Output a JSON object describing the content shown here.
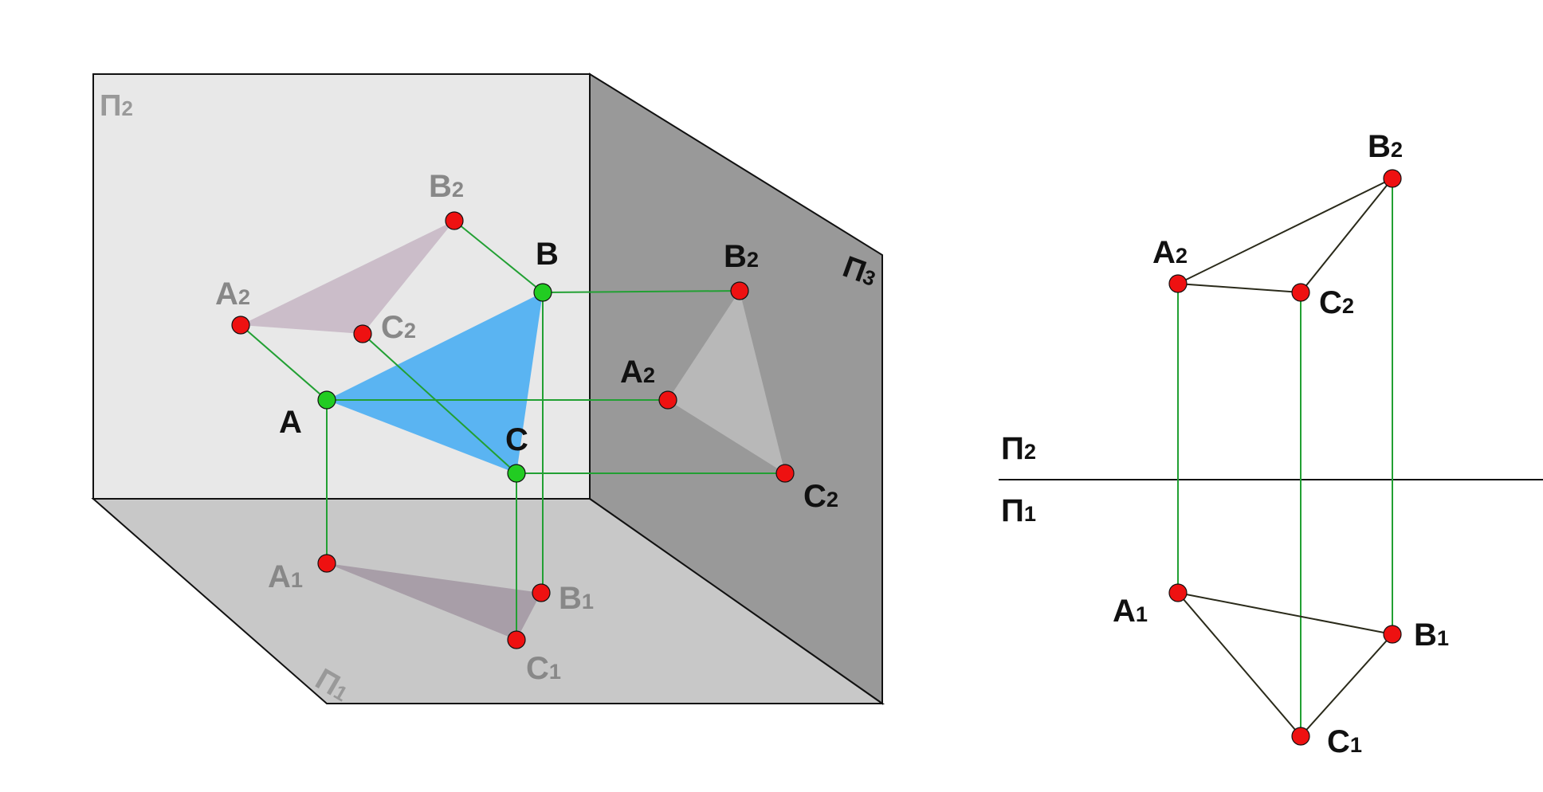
{
  "colors": {
    "front_plane": "#e8e8e8",
    "side_plane": "#999999",
    "bottom_plane": "#c8c8c8",
    "triangle_main": "#5ab4f2",
    "triangle_front_proj": "#cbbdc9",
    "triangle_side_proj": "#b8b8b8",
    "triangle_bottom_proj": "#a89ea8",
    "link_line": "#22a033",
    "point_red": "#ee1111",
    "point_green": "#22cc22",
    "label_dark": "#111111",
    "label_gray": "#888888",
    "plane_label": "#999999"
  },
  "planes": {
    "front": {
      "base": "Π",
      "sub": "2"
    },
    "side": {
      "base": "Π",
      "sub": "3"
    },
    "bottom": {
      "base": "Π",
      "sub": "1"
    }
  },
  "spatial": {
    "A": {
      "base": "A",
      "sub": ""
    },
    "B": {
      "base": "B",
      "sub": ""
    },
    "C": {
      "base": "C",
      "sub": ""
    }
  },
  "front_proj": {
    "A2": {
      "base": "A",
      "sub": "2"
    },
    "B2": {
      "base": "B",
      "sub": "2"
    },
    "C2": {
      "base": "C",
      "sub": "2"
    }
  },
  "side_proj": {
    "A2": {
      "base": "A",
      "sub": "2"
    },
    "B2": {
      "base": "B",
      "sub": "2"
    },
    "C2": {
      "base": "C",
      "sub": "2"
    }
  },
  "bottom_proj": {
    "A1": {
      "base": "A",
      "sub": "1"
    },
    "B1": {
      "base": "B",
      "sub": "1"
    },
    "C1": {
      "base": "C",
      "sub": "1"
    }
  },
  "epure": {
    "axis_top": {
      "base": "Π",
      "sub": "2"
    },
    "axis_bottom": {
      "base": "Π",
      "sub": "1"
    },
    "A2": {
      "base": "A",
      "sub": "2"
    },
    "B2": {
      "base": "B",
      "sub": "2"
    },
    "C2": {
      "base": "C",
      "sub": "2"
    },
    "A1": {
      "base": "A",
      "sub": "1"
    },
    "B1": {
      "base": "B",
      "sub": "1"
    },
    "C1": {
      "base": "C",
      "sub": "1"
    }
  }
}
